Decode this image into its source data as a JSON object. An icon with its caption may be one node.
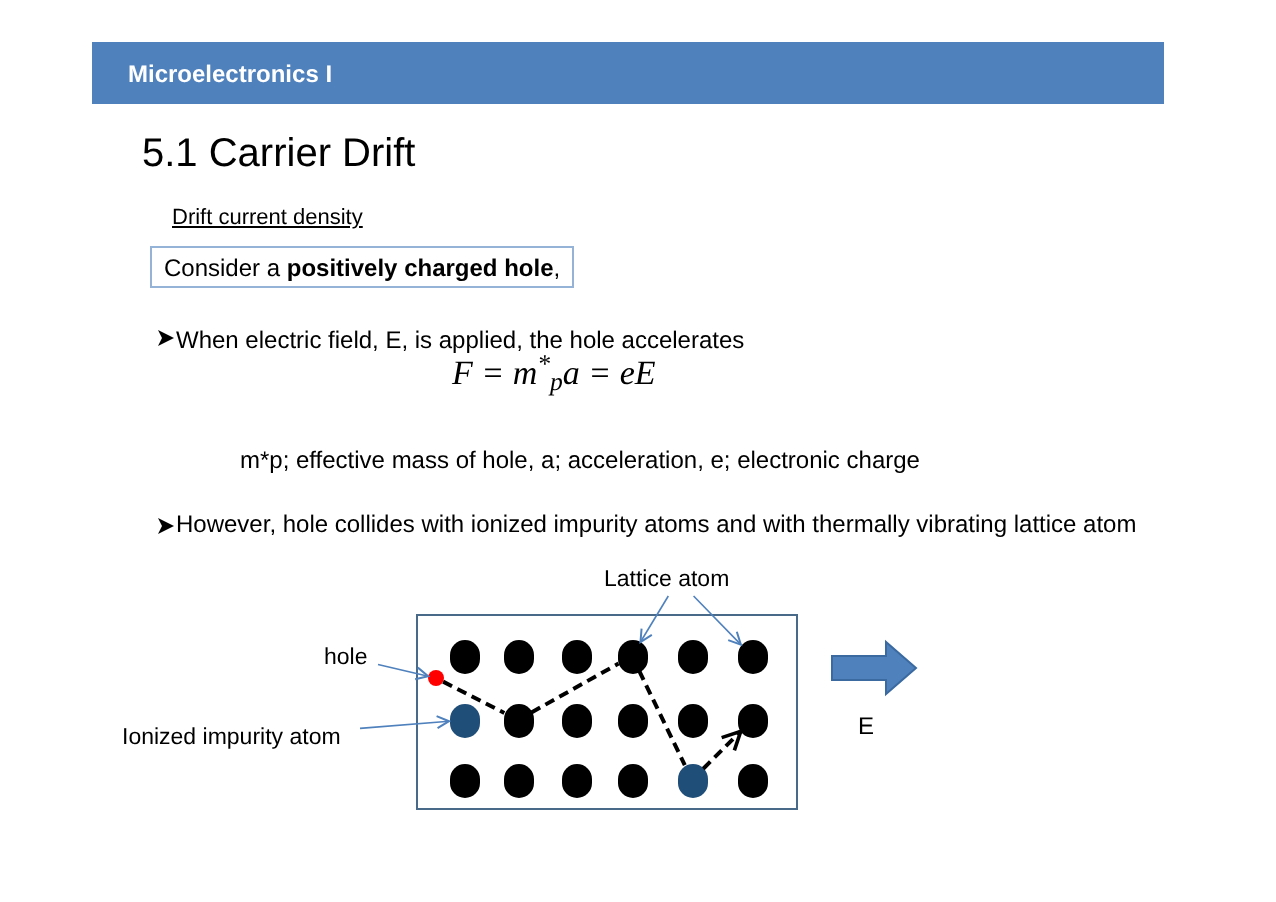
{
  "diagram": {
    "title": "5.1 Carrier Drift",
    "nodes": [
      {
        "text": [
          "Microelectronics I"
        ]
      },
      {
        "text": [
          "Consider a **positively charged hole**,"
        ]
      },
      {
        "text": [
          "Lattice atom"
        ]
      },
      {
        "text": [
          "hole"
        ]
      },
      {
        "text": [],
        "shape": "box"
      },
      {
        "text": [],
        "shape": "circle",
        "in": 4
      },
      {
        "text": [],
        "shape": "circle",
        "in": 4
      },
      {
        "text": [],
        "shape": "circle",
        "in": 4
      },
      {
        "text": [],
        "shape": "circle",
        "in": 4
      },
      {
        "text": [],
        "shape": "circle",
        "in": 4
      },
      {
        "text": [],
        "shape": "circle",
        "in": 4
      },
      {
        "text": [],
        "shape": "circle",
        "in": 4
      },
      {
        "text": [],
        "shape": "circle",
        "in": 4
      },
      {
        "text": [],
        "shape": "circle",
        "in": 4
      },
      {
        "text": [],
        "shape": "circle",
        "in": 4
      },
      {
        "text": [],
        "shape": "circle",
        "in": 4
      },
      {
        "text": [],
        "shape": "circle",
        "in": 4
      },
      {
        "text": [],
        "shape": "circle",
        "in": 4
      },
      {
        "text": [],
        "shape": "circle",
        "in": 4
      },
      {
        "text": [],
        "shape": "circle",
        "in": 4
      },
      {
        "text": [],
        "shape": "circle",
        "in": 4
      },
      {
        "text": [],
        "shape": "circle",
        "in": 4
      },
      {
        "text": [],
        "shape": "circle",
        "in": 4
      },
      {
        "text": [],
        "shape": "circle",
        "in": 4
      },
      {
        "text": [
          "Ionized impurity atom"
        ]
      }
    ],
    "edges": [
      {
        "from": 2,
        "to": 8,
        "arrow": "to"
      },
      {
        "from": 2,
        "to": 10,
        "arrow": "to"
      },
      {
        "from": 3,
        "to": 11,
        "arrow": "to"
      },
      {
        "from": 24,
        "to": 12,
        "arrow": "to"
      },
      {
        "from": 11,
        "to": 13,
        "arrow": "none",
        "style": "dashed",
        "color": "#000000"
      },
      {
        "from": 13,
        "to": 8,
        "arrow": "none",
        "style": "dashed",
        "color": "#000000"
      },
      {
        "from": 8,
        "to": 22,
        "arrow": "none",
        "style": "dashed",
        "color": "#000000"
      },
      {
        "from": 22,
        "to": 17,
        "arrow": "to",
        "style": "dashed",
        "color": "#000000"
      }
    ],
    "labels": [
      "Drift current density",
      "When electric field, E, is applied, the hole accelerates",
      "F = m$^{*}$$_{p}$a = eE",
      "m*p; effective mass of hole, a; acceleration, e; electronic charge",
      "However, hole collides with ionized impurity atoms and with thermally vibrating lattice atom",
      "E"
    ]
  }
}
